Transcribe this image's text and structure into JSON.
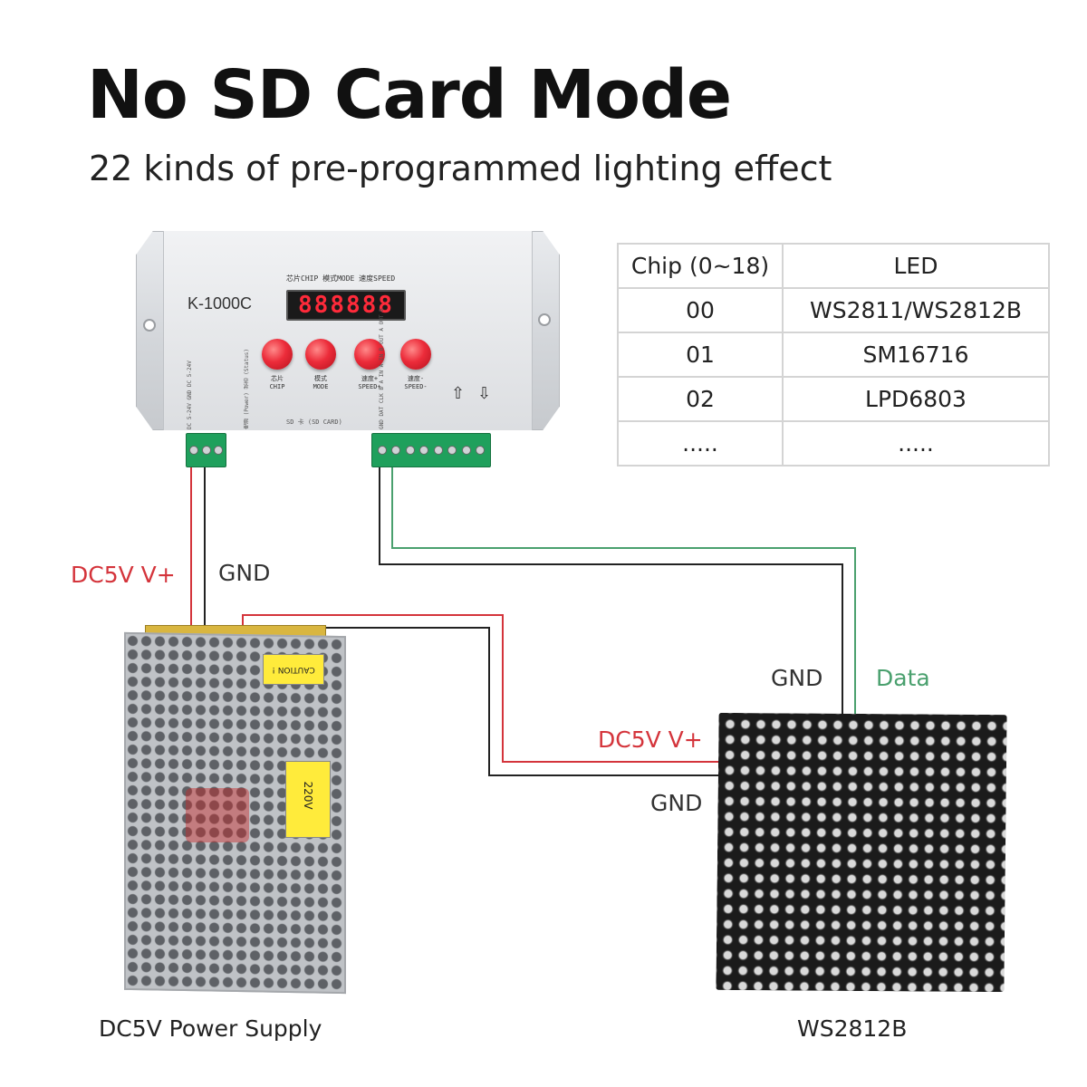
{
  "title": "No SD Card Mode",
  "subtitle": "22 kinds of pre-programmed lighting effect",
  "controller": {
    "model": "K-1000C",
    "panel_label": "芯片CHIP  模式MODE  速度SPEED",
    "display": "888888",
    "buttons": [
      {
        "label": "芯片\nCHIP"
      },
      {
        "label": "模式\nMODE"
      },
      {
        "label": "速度+\nSPEED+"
      },
      {
        "label": "速度-\nSPEED-"
      }
    ],
    "sd_label": "SD 卡 (SD CARD)",
    "power_pins": "DC 5-24V  GND  DC 5-24V",
    "status_label": "电源 (Power)  状态 (Status)",
    "signal_pins": "GND  DAT  CLK  B  A  IN A  IN B  OUT A  OUT B"
  },
  "table": {
    "headers": [
      "Chip (0~18)",
      "LED"
    ],
    "rows": [
      [
        "00",
        "WS2811/WS2812B"
      ],
      [
        "01",
        "SM16716"
      ],
      [
        "02",
        "LPD6803"
      ],
      [
        ".....",
        "....."
      ]
    ]
  },
  "labels": {
    "psu_vplus": "DC5V V+",
    "psu_gnd": "GND",
    "matrix_gnd_top": "GND",
    "matrix_data": "Data",
    "matrix_vplus": "DC5V V+",
    "matrix_gnd": "GND"
  },
  "psu": {
    "caution": "CAUTION !",
    "voltage": "220V"
  },
  "captions": {
    "psu": "DC5V Power Supply",
    "matrix": "WS2812B"
  },
  "colors": {
    "red_wire": "#d4343b",
    "black_wire": "#222222",
    "green_wire": "#4aa06e",
    "button_red": "#ec2c3a",
    "terminal_green": "#1fa05c"
  }
}
